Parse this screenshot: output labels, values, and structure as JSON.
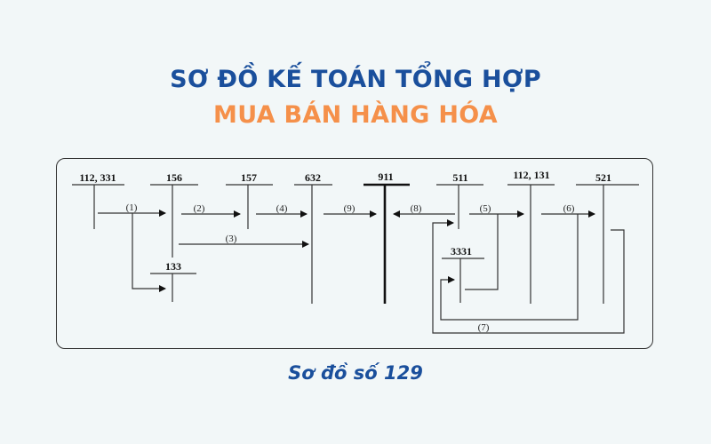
{
  "header": {
    "title_line1": "SƠ ĐỒ KẾ TOÁN TỔNG HỢP",
    "title_line2": "MUA BÁN HÀNG HÓA",
    "title_line1_color": "#1a4f9c",
    "title_line2_color": "#f5904a"
  },
  "diagram": {
    "accounts": [
      {
        "id": "112_331",
        "label": "112, 331"
      },
      {
        "id": "156",
        "label": "156"
      },
      {
        "id": "157",
        "label": "157"
      },
      {
        "id": "632",
        "label": "632"
      },
      {
        "id": "911",
        "label": "911"
      },
      {
        "id": "511",
        "label": "511"
      },
      {
        "id": "112_131",
        "label": "112, 131"
      },
      {
        "id": "521",
        "label": "521"
      },
      {
        "id": "133",
        "label": "133"
      },
      {
        "id": "3331",
        "label": "3331"
      }
    ],
    "steps": [
      {
        "id": "1",
        "label": "(1)",
        "from": "112, 331",
        "to": [
          "156",
          "133"
        ]
      },
      {
        "id": "2",
        "label": "(2)",
        "from": "156",
        "to": [
          "157"
        ]
      },
      {
        "id": "3",
        "label": "(3)",
        "from": "156",
        "to": [
          "632"
        ]
      },
      {
        "id": "4",
        "label": "(4)",
        "from": "157",
        "to": [
          "632"
        ]
      },
      {
        "id": "5",
        "label": "(5)",
        "from": "511",
        "to": [
          "112, 131",
          "3331"
        ]
      },
      {
        "id": "6",
        "label": "(6)",
        "from": "112, 131",
        "to": [
          "521",
          "3331"
        ]
      },
      {
        "id": "7",
        "label": "(7)",
        "from": "521",
        "to": [
          "511"
        ]
      },
      {
        "id": "8",
        "label": "(8)",
        "from": "511",
        "to": [
          "911"
        ]
      },
      {
        "id": "9",
        "label": "(9)",
        "from": "632",
        "to": [
          "911"
        ]
      }
    ]
  },
  "caption": "Sơ đồ số 129"
}
